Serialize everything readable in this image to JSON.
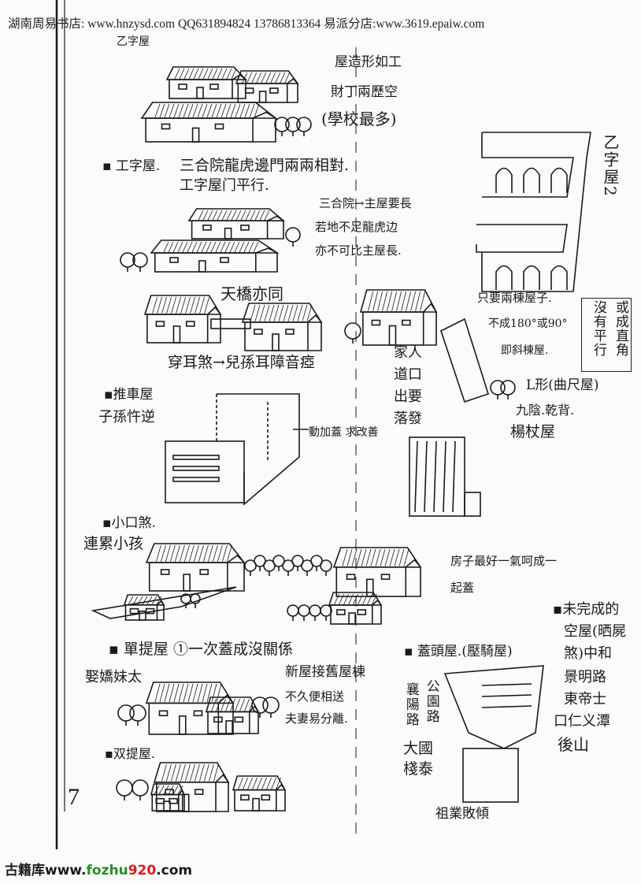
{
  "header": {
    "watermark": "湖南周易书店: www.hnzysd.com QQ631894824 13786813364 易派分店:www.3619.epaiw.com"
  },
  "top_label": "乙字屋",
  "section_gong": {
    "caption1": "屋造形如工",
    "caption2": "財丁兩歷空",
    "caption3": "(學校最多)"
  },
  "section_gongzi": {
    "title": "▪ 工字屋.",
    "note1": "三合院龍虎邊門兩兩相對.",
    "note2": "工字屋门平行.",
    "note3": "三合院→主屋要長",
    "note4": "若地不足龍虎边",
    "note5": "亦不可比主屋長."
  },
  "bridge": "天橋亦同",
  "ear": "穿耳煞→兒孫耳障音瘂",
  "cart": {
    "title": "▪推車屋",
    "note": "子孫忤逆",
    "fix": "動加蓋 求改善"
  },
  "family": [
    "家人",
    "道口",
    "出要",
    "落發"
  ],
  "yizi": {
    "title": "乙字屋2",
    "note1": "只要兩棟屋子.",
    "note2": "不成180°或90°",
    "note3": "即斜棟屋.",
    "box_col1": "或成直角",
    "box_col2": "沒有平行",
    "note4": "L形(曲尺屋)",
    "note5": "九陰.乾背.",
    "note6": "楊杖屋"
  },
  "small_mouth": {
    "title": "▪小口煞.",
    "note": "連累小孩"
  },
  "one_go": {
    "line1": "房子最好一氣呵成一",
    "line2": "起蓋"
  },
  "unfinished": [
    "▪未完成的",
    "空屋(晒屍",
    "煞)中和",
    "景明路",
    "東帝士",
    "口仁义潭",
    "後山"
  ],
  "single": {
    "title": "▪ 單提屋 ①一次蓋成沒關係",
    "side": "娶嬌妹太",
    "note1": "新屋接舊屋棟",
    "note2": "不久便相送",
    "note3": "夫妻易分離."
  },
  "cover": {
    "title": "▪ 蓋頭屋.(壓騎屋)",
    "roads1": "襄陽路",
    "roads2": "公園路",
    "roads3": "大國",
    "roads4": "棧泰",
    "result": "祖業敗傾"
  },
  "double": {
    "title": "▪双提屋."
  },
  "page_number": "7",
  "footer": {
    "prefix": "古籍库",
    "www": "www.",
    "green": "fozhu",
    "red": "920",
    "tld": ".com"
  }
}
